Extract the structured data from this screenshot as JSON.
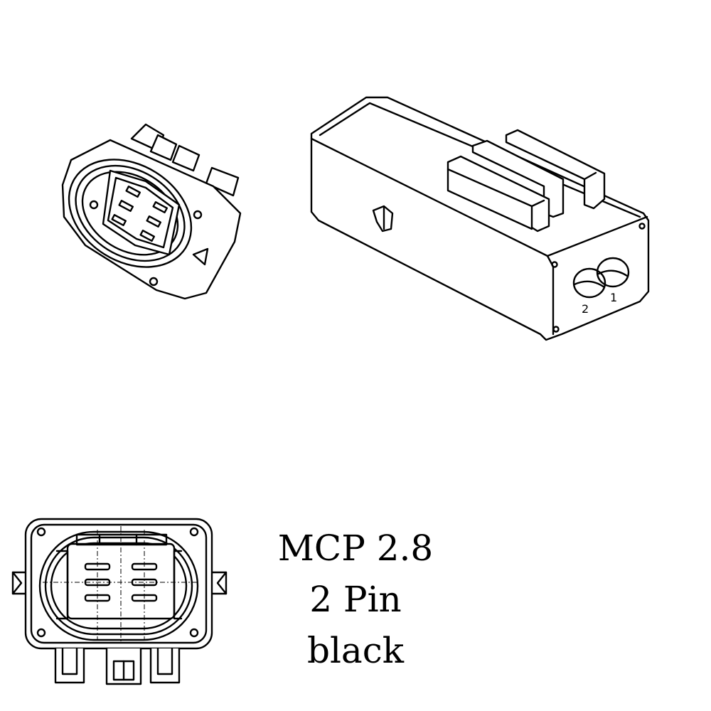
{
  "caption": {
    "model": "MCP 2.8",
    "pins": "2 Pin",
    "color": "black"
  },
  "pin_labels": [
    "2",
    "1"
  ],
  "line_color": "#000000",
  "background_color": "#ffffff"
}
